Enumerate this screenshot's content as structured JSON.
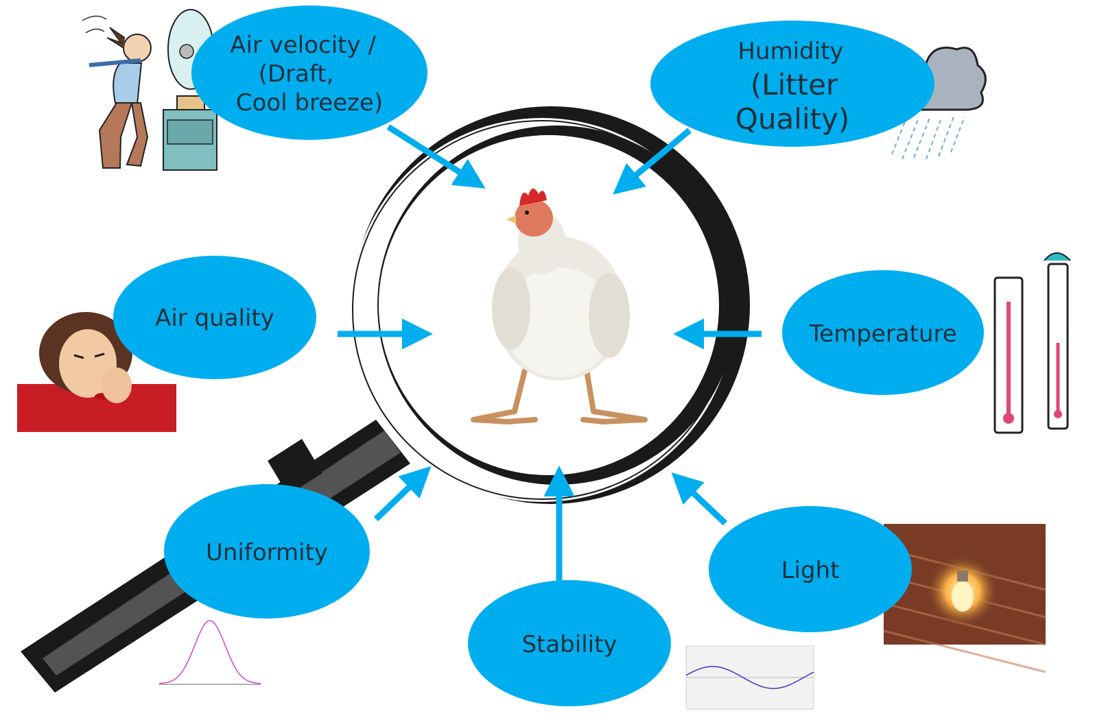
{
  "colors": {
    "bubble": "#00aeef",
    "arrow": "#00aeef",
    "lens_frame": "#1a1a1a",
    "text": "#1f2f3a",
    "uniformity_curve": "#e040c8",
    "stability_wave": "#3a36c8"
  },
  "center": {
    "subject": "chicken",
    "icon": "magnifying-glass-icon"
  },
  "factors": [
    {
      "id": "air-velocity",
      "lines": [
        "Air velocity /",
        "(Draft,",
        "Cool breeze)"
      ],
      "icon": "person-at-fan-icon"
    },
    {
      "id": "humidity",
      "lines": [
        "Humidity",
        "(Litter",
        "Quality)"
      ],
      "icon": "rain-cloud-icon"
    },
    {
      "id": "air-quality",
      "lines": [
        "Air quality"
      ],
      "icon": "person-holding-nose-icon"
    },
    {
      "id": "temperature",
      "lines": [
        "Temperature"
      ],
      "icon": "thermometers-icon"
    },
    {
      "id": "uniformity",
      "lines": [
        "Uniformity"
      ],
      "icon": "bell-curve-icon"
    },
    {
      "id": "stability",
      "lines": [
        "Stability"
      ],
      "icon": "sine-wave-icon"
    },
    {
      "id": "light",
      "lines": [
        "Light"
      ],
      "icon": "light-bulb-icon"
    }
  ]
}
